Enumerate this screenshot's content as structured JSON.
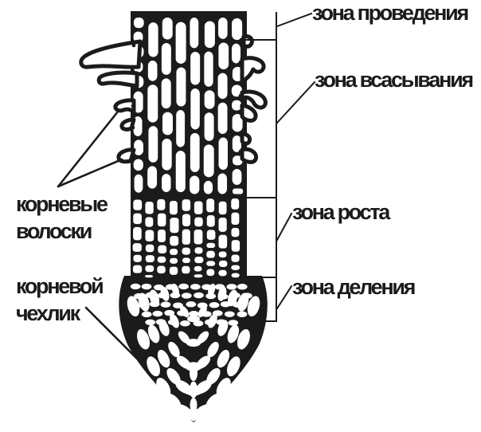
{
  "diagram": {
    "background_color": "#ffffff",
    "ink_color": "#1b1b1b"
  },
  "zones": {
    "conduction": "зона проведения",
    "absorption": "зона всасывания",
    "growth": "зона роста",
    "division": "зона деления"
  },
  "parts": {
    "root_hairs": [
      "корневые",
      "волоски"
    ],
    "root_cap": [
      "корневой",
      "чехлик"
    ]
  }
}
